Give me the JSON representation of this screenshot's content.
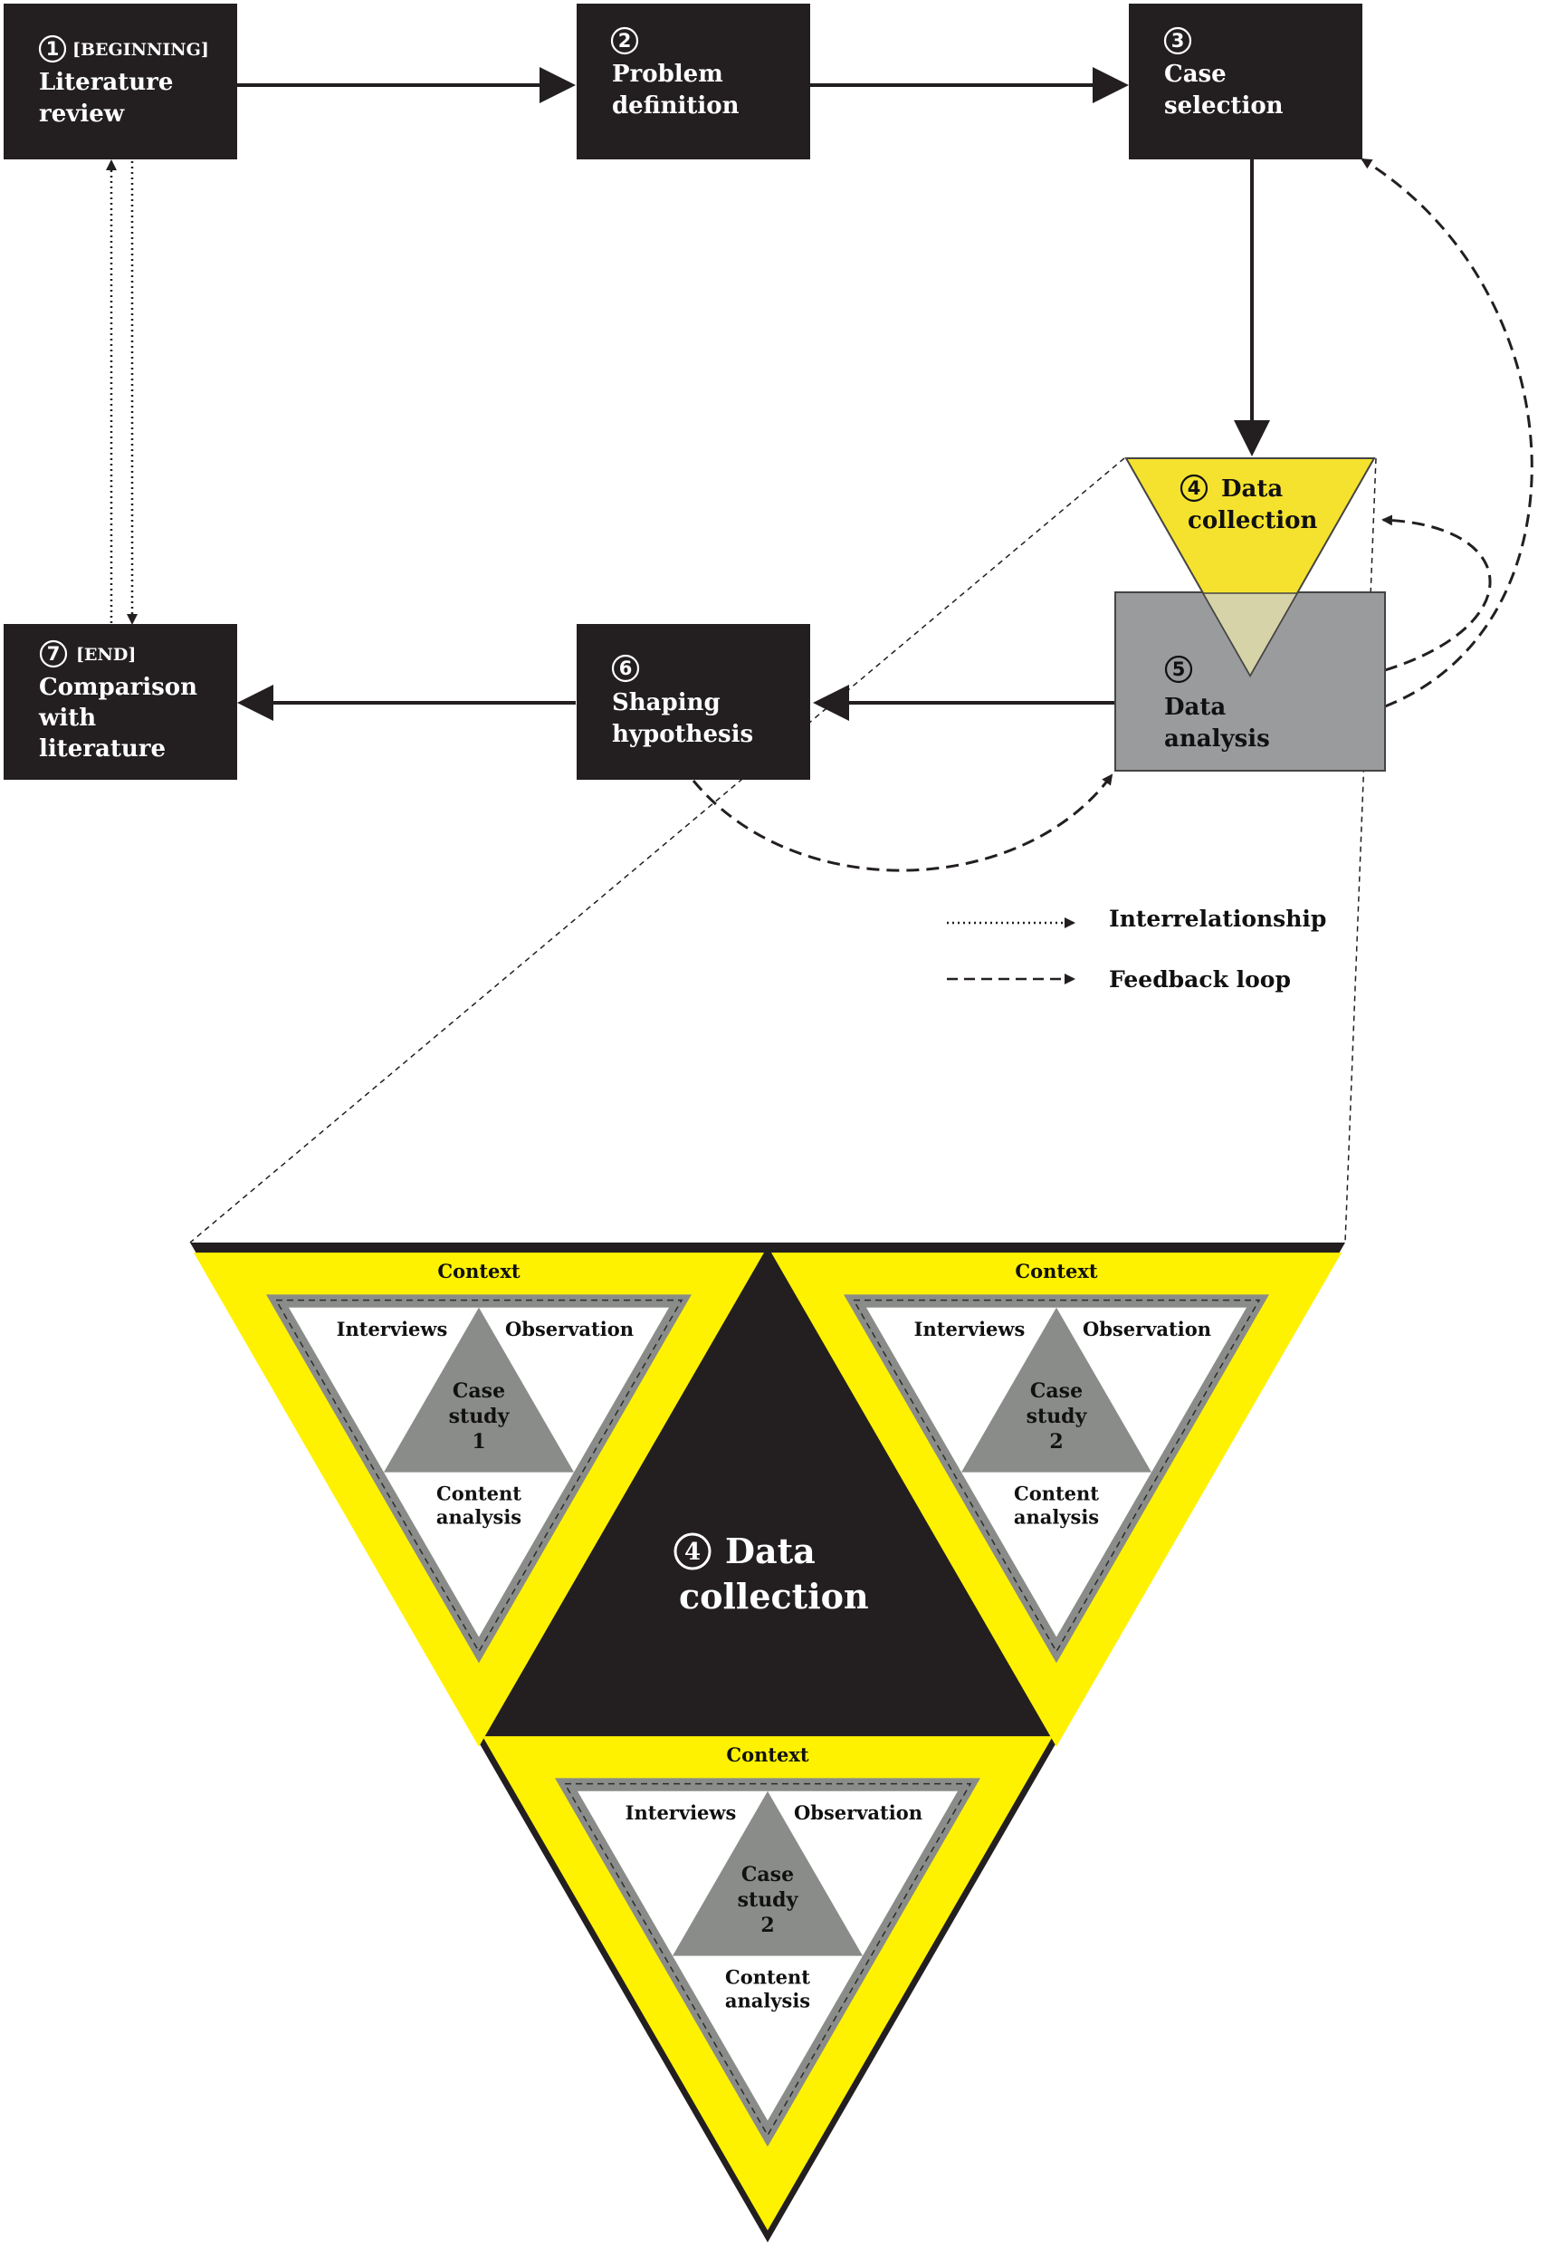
{
  "steps": [
    {
      "num": "1",
      "tag": "[BEGINNING]",
      "lines": [
        "Literature",
        "review"
      ]
    },
    {
      "num": "2",
      "tag": "",
      "lines": [
        "Problem",
        "definition"
      ]
    },
    {
      "num": "3",
      "tag": "",
      "lines": [
        "Case",
        "selection"
      ]
    },
    {
      "num": "4",
      "tag": "",
      "lines": [
        "Data",
        "collection"
      ]
    },
    {
      "num": "5",
      "tag": "",
      "lines": [
        "Data",
        "analysis"
      ]
    },
    {
      "num": "6",
      "tag": "",
      "lines": [
        "Shaping",
        "hypothesis"
      ]
    },
    {
      "num": "7",
      "tag": "[END]",
      "lines": [
        "Comparison",
        "with",
        "literature"
      ]
    }
  ],
  "legend": {
    "interrelationship": "Interrelationship",
    "feedback_loop": "Feedback loop"
  },
  "detail": {
    "center_num": "4",
    "center_lines": [
      "Data",
      "collection"
    ],
    "cases": [
      {
        "context": "Context",
        "interviews": "Interviews",
        "observation": "Observation",
        "case_lines": [
          "Case",
          "study",
          "1"
        ],
        "content_lines": [
          "Content",
          "analysis"
        ]
      },
      {
        "context": "Context",
        "interviews": "Interviews",
        "observation": "Observation",
        "case_lines": [
          "Case",
          "study",
          "2"
        ],
        "content_lines": [
          "Content",
          "analysis"
        ]
      },
      {
        "context": "Context",
        "interviews": "Interviews",
        "observation": "Observation",
        "case_lines": [
          "Case",
          "study",
          "2"
        ],
        "content_lines": [
          "Content",
          "analysis"
        ]
      }
    ]
  },
  "colors": {
    "box": "#231f20",
    "yellow": "#f5e22e",
    "bright_yellow": "#fff200",
    "analysis_gray": "#9a9b9d",
    "gray": "#8a8c89",
    "overlap": "#d6d3a8"
  }
}
